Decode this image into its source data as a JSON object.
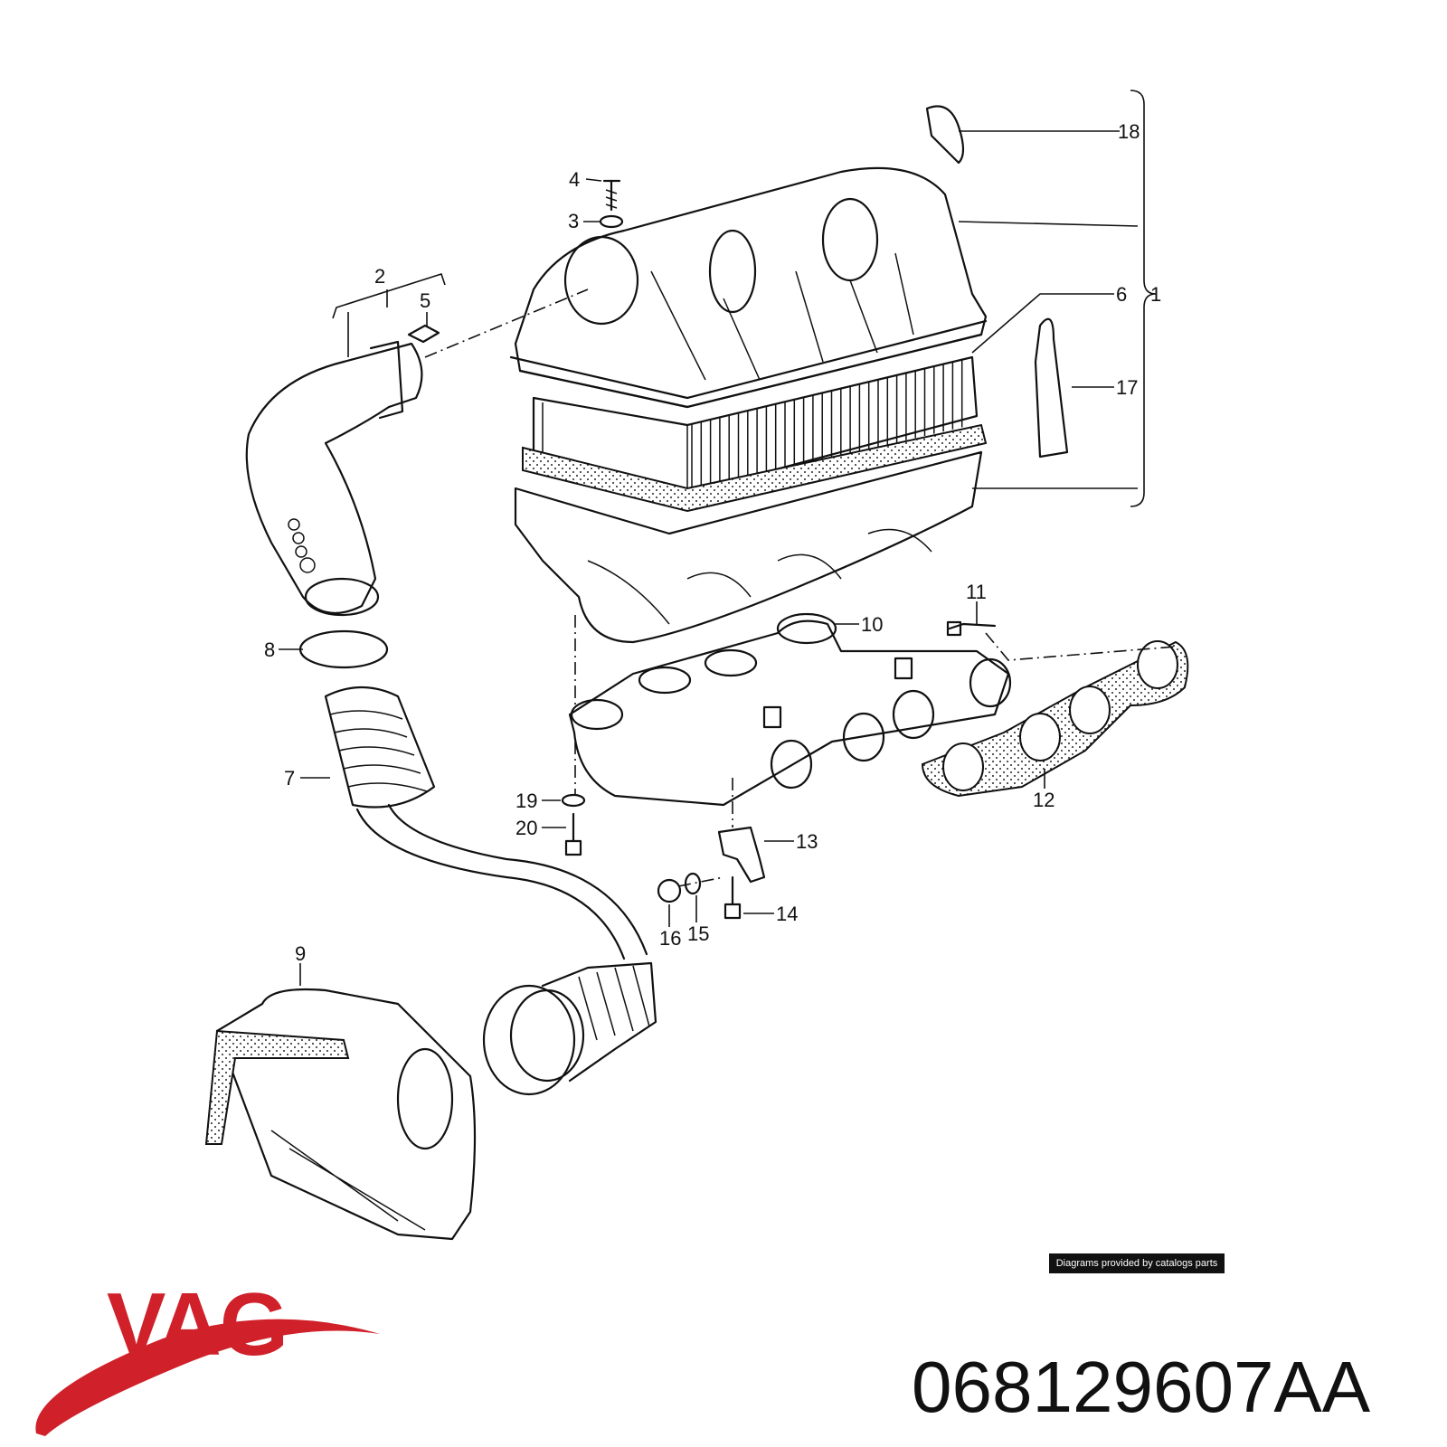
{
  "diagram": {
    "labels": [
      "1",
      "2",
      "3",
      "4",
      "5",
      "6",
      "7",
      "8",
      "9",
      "10",
      "11",
      "12",
      "13",
      "14",
      "15",
      "16",
      "17",
      "18",
      "19",
      "20"
    ]
  },
  "credit": "Diagrams provided by catalogs parts",
  "brand": {
    "name": "VAG",
    "color": "#d0202a"
  },
  "part_number": "068129607AA"
}
